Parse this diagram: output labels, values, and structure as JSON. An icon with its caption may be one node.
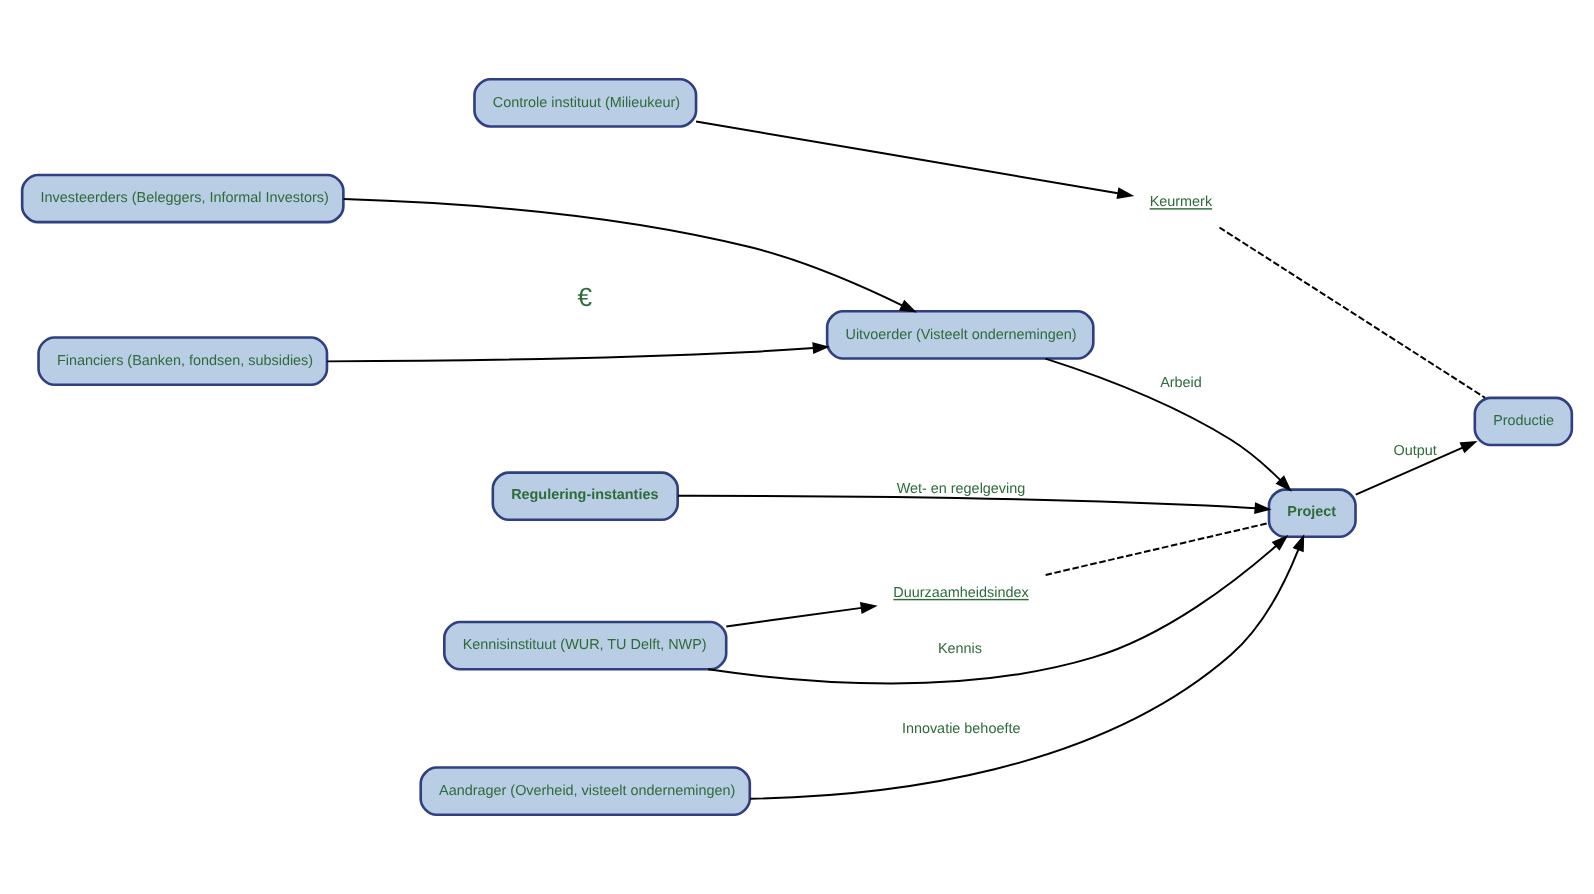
{
  "diagram": {
    "nodes": [
      {
        "text": [
          "Financiers (Banken, fondsen, subsidies)"
        ]
      },
      {
        "text": [
          "Investeerders (Beleggers, Informal Investors)"
        ]
      },
      {
        "text": [
          "Uitvoerder (Visteelt ondernemingen)"
        ]
      },
      {
        "text": [
          "Regulering-instanties"
        ]
      },
      {
        "text": [
          "Aandrager (Overheid, visteelt ondernemingen)"
        ]
      },
      {
        "text": [
          "Project"
        ]
      },
      {
        "text": [
          "Productie"
        ]
      },
      {
        "text": [
          "Duurzaamheidsindex"
        ]
      },
      {
        "text": [
          "Keurmerk"
        ]
      },
      {
        "text": [
          "Kennisinstituut (WUR, TU Delft, NWP)"
        ]
      },
      {
        "text": [
          "Controle instituut (Milieukeur)"
        ]
      }
    ],
    "edges": [
      {
        "from": 0,
        "to": 2,
        "arrow": "to"
      },
      {
        "from": 1,
        "to": 2,
        "arrow": "to"
      },
      {
        "from": 2,
        "to": 5,
        "arrow": "to",
        "label": "Arbeid"
      },
      {
        "from": 3,
        "to": 5,
        "arrow": "to",
        "label": "Wet- en regelgeving"
      },
      {
        "from": 4,
        "to": 5,
        "arrow": "to",
        "label": "Innovatie behoefte"
      },
      {
        "from": 5,
        "to": 6,
        "arrow": "to",
        "label": "Output"
      },
      {
        "from": 9,
        "to": 5,
        "arrow": "to",
        "label": "Kennis"
      },
      {
        "from": 7,
        "to": 5,
        "arrow": "none",
        "style": "dashed"
      },
      {
        "from": 8,
        "to": 6,
        "arrow": "none",
        "style": "dashed"
      },
      {
        "from": 9,
        "to": 7,
        "arrow": "to"
      },
      {
        "from": 10,
        "to": 8,
        "arrow": "to"
      }
    ],
    "labels": [
      "€"
    ]
  }
}
